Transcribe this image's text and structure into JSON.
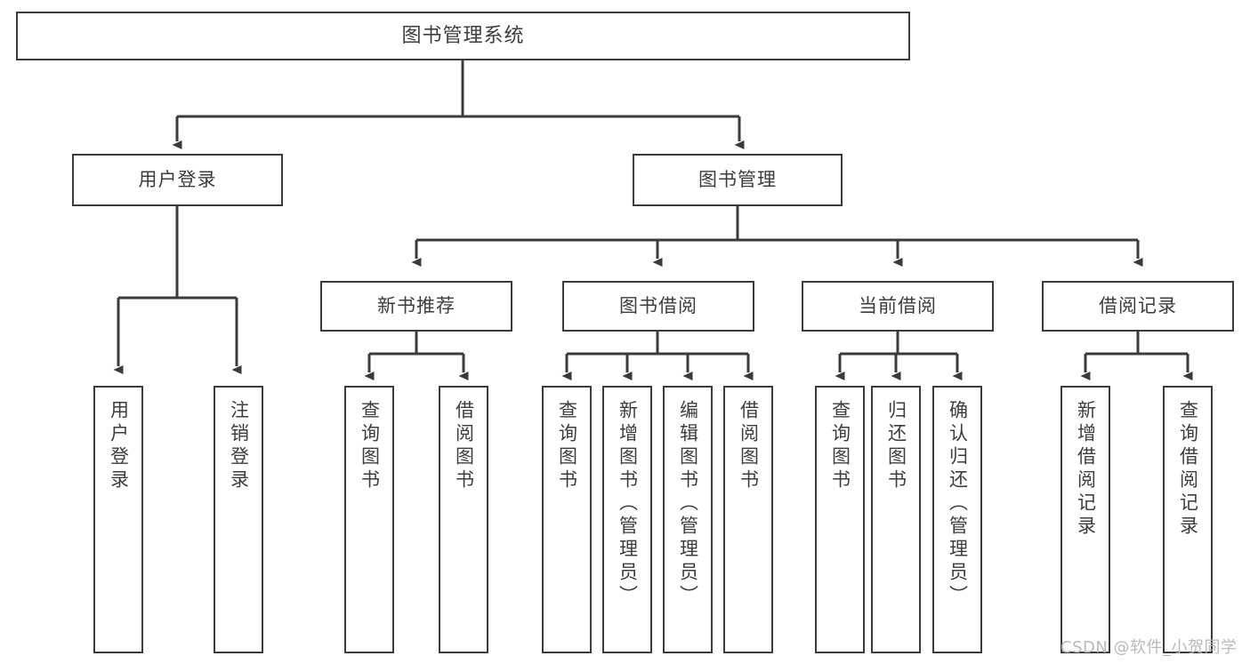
{
  "diagram": {
    "title": "图书管理系统",
    "type": "functional-structure-tree",
    "orientation": "top-down",
    "nodes": {
      "root": {
        "label": "图书管理系统"
      },
      "level1": [
        {
          "id": "user-login",
          "label": "用户登录"
        },
        {
          "id": "book-management",
          "label": "图书管理"
        }
      ],
      "level2": [
        {
          "id": "new-book-recommend",
          "label": "新书推荐"
        },
        {
          "id": "book-borrow",
          "label": "图书借阅"
        },
        {
          "id": "current-borrow",
          "label": "当前借阅"
        },
        {
          "id": "borrow-record",
          "label": "借阅记录"
        }
      ],
      "leaves": {
        "user-login": [
          {
            "id": "leaf-user-login",
            "label": "用户登录"
          },
          {
            "id": "leaf-user-logout",
            "label": "注销登录"
          }
        ],
        "new-book-recommend": [
          {
            "id": "leaf-query-book-1",
            "label": "查询图书"
          },
          {
            "id": "leaf-borrow-book-1",
            "label": "借阅图书"
          }
        ],
        "book-borrow": [
          {
            "id": "leaf-query-book-2",
            "label": "查询图书"
          },
          {
            "id": "leaf-add-book",
            "label": "新增图书（管理员）"
          },
          {
            "id": "leaf-edit-book",
            "label": "编辑图书（管理员）"
          },
          {
            "id": "leaf-borrow-book-2",
            "label": "借阅图书"
          }
        ],
        "current-borrow": [
          {
            "id": "leaf-query-book-3",
            "label": "查询图书"
          },
          {
            "id": "leaf-return-book",
            "label": "归还图书"
          },
          {
            "id": "leaf-confirm-return",
            "label": "确认归还（管理员）"
          }
        ],
        "borrow-record": [
          {
            "id": "leaf-add-record",
            "label": "新增借阅记录"
          },
          {
            "id": "leaf-query-record",
            "label": "查询借阅记录"
          }
        ]
      }
    },
    "colors": {
      "stroke": "#3b3b3b",
      "fill": "#ffffff",
      "text": "#3d3d3d",
      "watermark": "#b9b9b9"
    }
  },
  "watermark": {
    "text": "CSDN @软件_小贺同学"
  }
}
